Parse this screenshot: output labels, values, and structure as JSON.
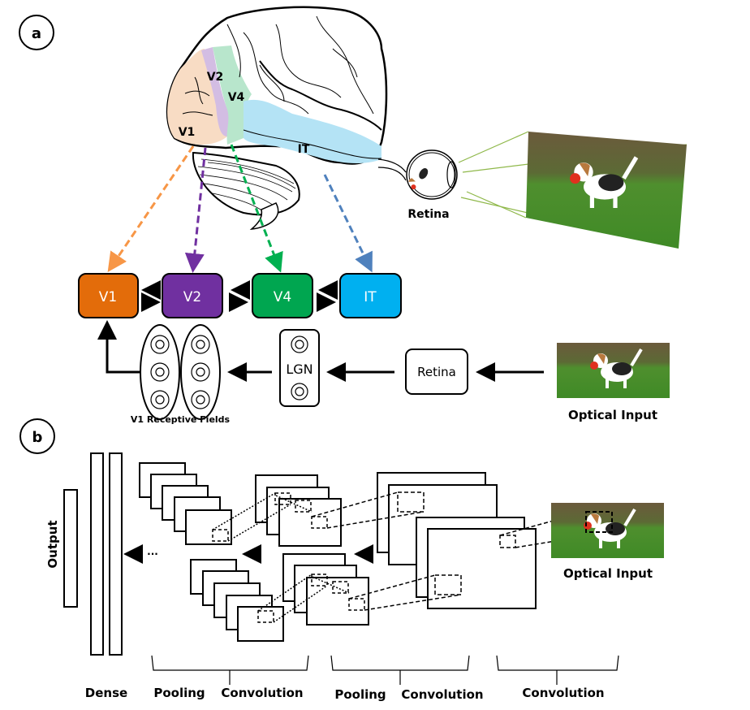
{
  "panel_a": {
    "label": "a",
    "brain_regions": {
      "v1": "V1",
      "v2": "V2",
      "v4": "V4",
      "it": "IT"
    },
    "retina_label": "Retina",
    "pathway_boxes": [
      {
        "label": "V1",
        "color": "#e36c0a"
      },
      {
        "label": "V2",
        "color": "#7030a0"
      },
      {
        "label": "V4",
        "color": "#00a650"
      },
      {
        "label": "IT",
        "color": "#00b0f0"
      }
    ],
    "arrow_colors": {
      "v1": "#f79646",
      "v2": "#7030a0",
      "v4": "#00b050",
      "it": "#4f81bd"
    },
    "region_fills": {
      "v1": "#f8dcc4",
      "v2": "#d3bde3",
      "v4": "#b8e6cc",
      "it": "#b4e3f5"
    },
    "lgn_label": "LGN",
    "retina_box_label": "Retina",
    "receptive_fields_label": "V1 Receptive Fields",
    "optical_input_label": "Optical Input"
  },
  "panel_b": {
    "label": "b",
    "output_label": "Output",
    "optical_input_label": "Optical Input",
    "bottom_labels": {
      "dense": "Dense",
      "pooling1": "Pooling",
      "convolution1": "Convolution",
      "pooling2": "Pooling",
      "convolution2": "Convolution",
      "convolution3": "Convolution"
    },
    "ellipsis": "···"
  }
}
